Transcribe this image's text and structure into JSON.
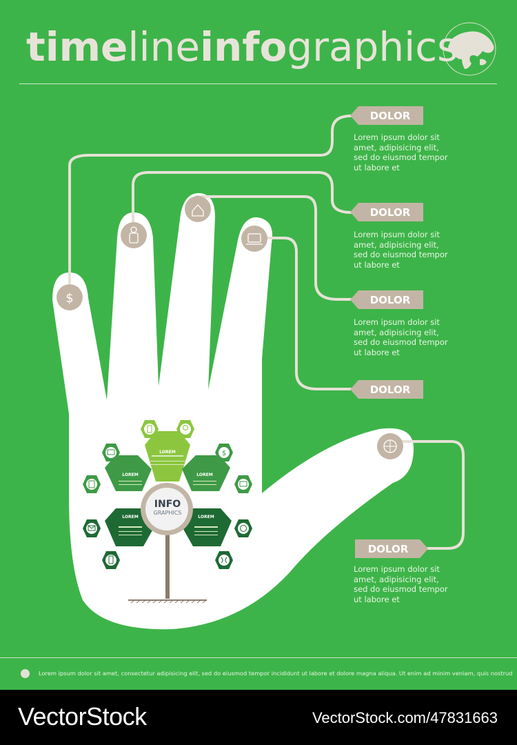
{
  "header": {
    "title_parts": [
      "time",
      "line",
      "info",
      "graphics"
    ]
  },
  "labels": [
    {
      "tag": "DOLOR",
      "text": "Lorem ipsum dolor sit amet, adipisicing elit, sed do eiusmod tempor ut labore et",
      "icon": "dollar-icon"
    },
    {
      "tag": "DOLOR",
      "text": "Lorem ipsum dolor sit amet, adipisicing elit, sed do eiusmod tempor ut labore et",
      "icon": "person-icon"
    },
    {
      "tag": "DOLOR",
      "text": "Lorem ipsum dolor sit amet, adipisicing elit, sed do eiusmod tempor ut labore et",
      "icon": "house-icon"
    },
    {
      "tag": "DOLOR",
      "text": "",
      "icon": "laptop-icon"
    },
    {
      "tag": "DOLOR",
      "text": "Lorem ipsum dolor sit amet, adipisicing elit, sed do eiusmod tempor ut labore et",
      "icon": "basketball-icon"
    }
  ],
  "tree": {
    "center_title": "INFO",
    "center_subtitle": "GRAPHICS",
    "branches": [
      "LOREM",
      "LOREM",
      "LOREM",
      "LOREM",
      "LOREM"
    ]
  },
  "footer": {
    "text": "Lorem ipsum dolor sit amet, consectetur adipisicing elit, sed do eiusmod tempor incididunt ut labore et dolore magna aliqua. Ut enim ad minim veniam, quis nostrud"
  },
  "watermark": {
    "brand": "VectorStock",
    "id": "VectorStock.com/47831663"
  },
  "colors": {
    "background": "#3db449",
    "beige": "#c3b5a5",
    "dark_green": "#1e6a34",
    "light_green": "#8cc63f",
    "mid_green": "#3e9a46"
  }
}
